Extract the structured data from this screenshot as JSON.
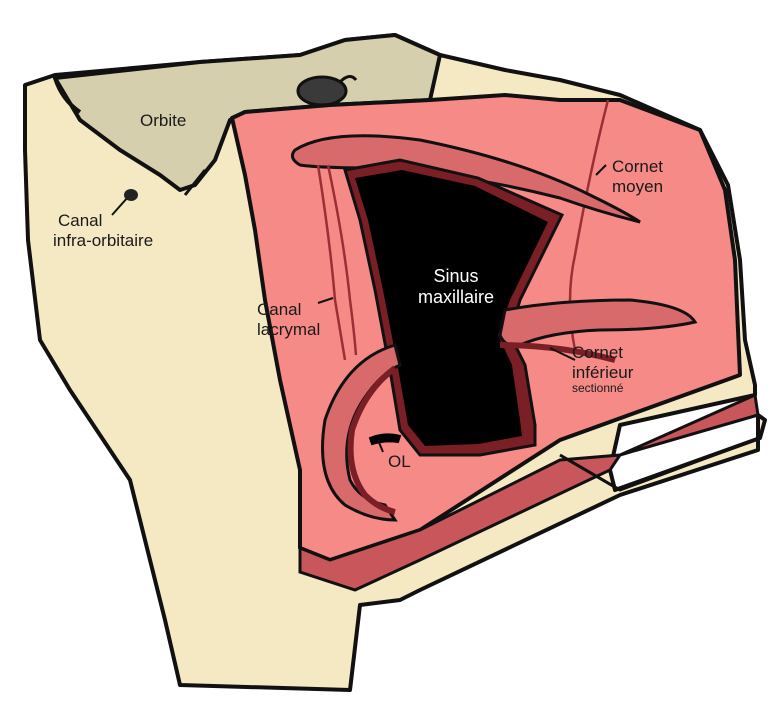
{
  "labels": {
    "orbite": "Orbite",
    "canal_infra_orbitaire_1": "Canal",
    "canal_infra_orbitaire_2": "infra-orbitaire",
    "canal_lacrymal_1": "Canal",
    "canal_lacrymal_2": "lacrymal",
    "sinus_1": "Sinus",
    "sinus_2": "maxillaire",
    "cornet_moyen_1": "Cornet",
    "cornet_moyen_2": "moyen",
    "cornet_inferieur_1": "Cornet",
    "cornet_inferieur_2": "inférieur",
    "cornet_inferieur_3": "sectionné",
    "ol": "OL"
  },
  "colors": {
    "bone": "#f5e9c4",
    "orbit_floor": "#d6cfae",
    "mucosa": "#f58a86",
    "mucosa_dark": "#c9565a",
    "turbinate": "#d86a6c",
    "sinus": "#000000",
    "outline": "#111111"
  }
}
